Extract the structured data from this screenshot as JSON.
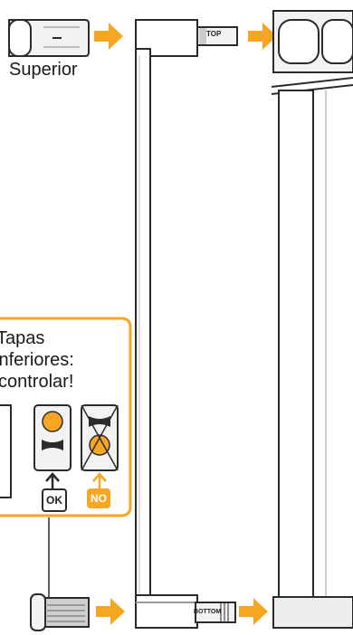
{
  "labels": {
    "superior": "Superior",
    "callout_line1": "Tapas",
    "callout_line2": "inferiores:",
    "callout_line3": "controlar!",
    "ok": "OK",
    "no": "NO",
    "top": "TOP",
    "bottom": "BOTTOM"
  },
  "colors": {
    "accent": "#f5a623",
    "outline": "#2b2b2b",
    "fill_light": "#f2f2f2",
    "fill_grey": "#c9c9c9",
    "tag_dark": "#222222"
  }
}
